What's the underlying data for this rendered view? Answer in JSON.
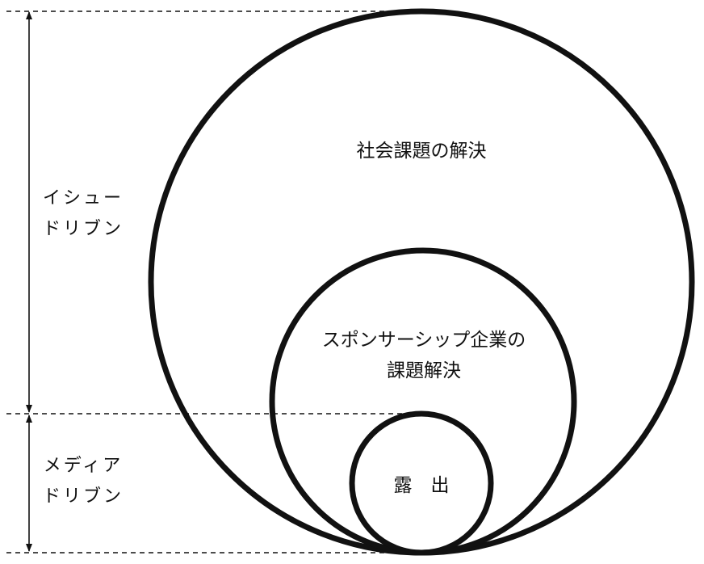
{
  "axis_labels": {
    "issue_driven": {
      "line1": "イシュー",
      "line2": "ドリブン"
    },
    "media_driven": {
      "line1": "メディア",
      "line2": "ドリブン"
    }
  },
  "circles": {
    "outer": {
      "label": "社会課題の解決"
    },
    "middle": {
      "line1": "スポンサーシップ企業の",
      "line2": "課題解決"
    },
    "inner": {
      "label": "露　出"
    }
  }
}
